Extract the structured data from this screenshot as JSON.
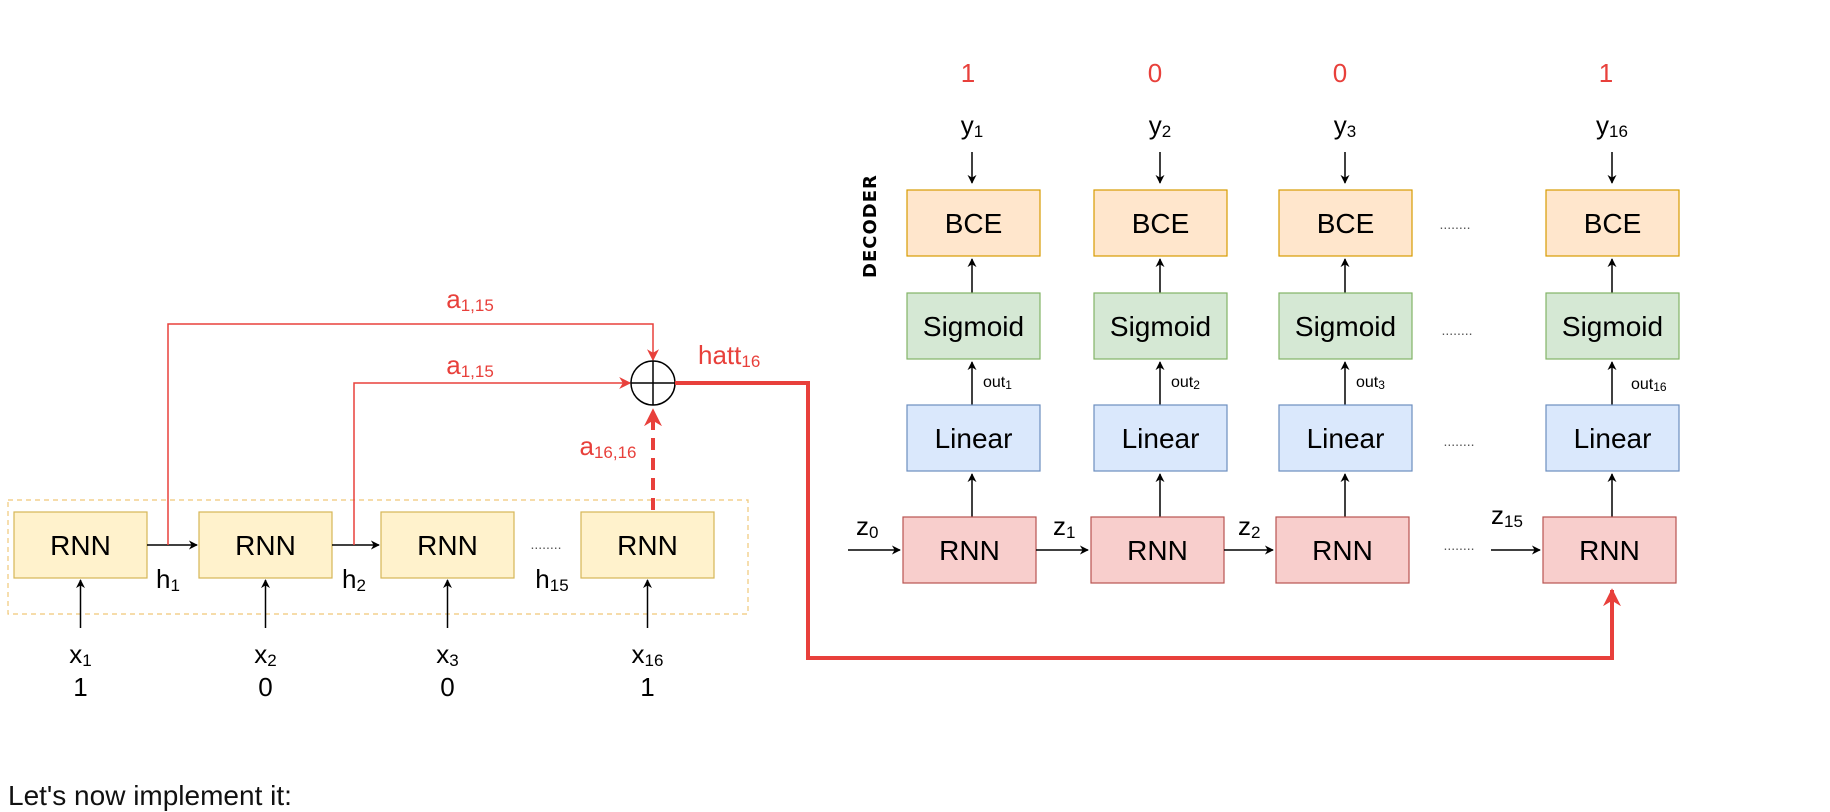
{
  "encoder": {
    "cells": [
      "RNN",
      "RNN",
      "RNN",
      "RNN"
    ],
    "hidden": [
      {
        "base": "h",
        "sub": "1"
      },
      {
        "base": "h",
        "sub": "2"
      },
      {
        "base": "h",
        "sub": "15"
      }
    ],
    "inputs": [
      {
        "base": "x",
        "sub": "1",
        "value": "1"
      },
      {
        "base": "x",
        "sub": "2",
        "value": "0"
      },
      {
        "base": "x",
        "sub": "3",
        "value": "0"
      },
      {
        "base": "x",
        "sub": "16",
        "value": "1"
      }
    ],
    "dots": "........"
  },
  "attention": {
    "weights": [
      {
        "base": "a",
        "sub": "1,15"
      },
      {
        "base": "a",
        "sub": "1,15"
      },
      {
        "base": "a",
        "sub": "16,16"
      }
    ],
    "output": {
      "base": "hatt",
      "sub": "16"
    }
  },
  "decoder": {
    "side_label": "DECODER",
    "columns": [
      {
        "target": "1",
        "y_base": "y",
        "y_sub": "1",
        "bce": "BCE",
        "sigmoid": "Sigmoid",
        "out_base": "out",
        "out_sub": "1",
        "linear": "Linear",
        "rnn": "RNN",
        "z_base": "z",
        "z_sub": "0"
      },
      {
        "target": "0",
        "y_base": "y",
        "y_sub": "2",
        "bce": "BCE",
        "sigmoid": "Sigmoid",
        "out_base": "out",
        "out_sub": "2",
        "linear": "Linear",
        "rnn": "RNN",
        "z_base": "z",
        "z_sub": "1"
      },
      {
        "target": "0",
        "y_base": "y",
        "y_sub": "3",
        "bce": "BCE",
        "sigmoid": "Sigmoid",
        "out_base": "out",
        "out_sub": "3",
        "linear": "Linear",
        "rnn": "RNN",
        "z_base": "z",
        "z_sub": "2"
      },
      {
        "target": "1",
        "y_base": "y",
        "y_sub": "16",
        "bce": "BCE",
        "sigmoid": "Sigmoid",
        "out_base": "out",
        "out_sub": "16",
        "linear": "Linear",
        "rnn": "RNN",
        "z_base": "z",
        "z_sub": "15"
      }
    ],
    "dots": "........"
  },
  "colors": {
    "attention_red": "#e8403b",
    "encoder_fill": "#fff2cc",
    "decoder_rnn_fill": "#f8cecc",
    "linear_fill": "#dae8fc",
    "sigmoid_fill": "#d5e8d4",
    "bce_fill": "#ffe6cc"
  },
  "caption": "Let's now implement it:"
}
